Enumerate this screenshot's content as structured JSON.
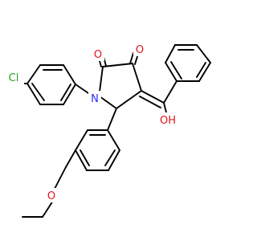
{
  "colors": {
    "background": "#ffffff",
    "bond": "#000000",
    "oxygen": "#e0141e",
    "nitrogen": "#2a2aff",
    "chlorine": "#22a422"
  },
  "labels": {
    "cl": "Cl",
    "n1": "N",
    "o_c2": "O",
    "o_c3": "O",
    "oh": "OH",
    "o_methoxy": "O"
  }
}
